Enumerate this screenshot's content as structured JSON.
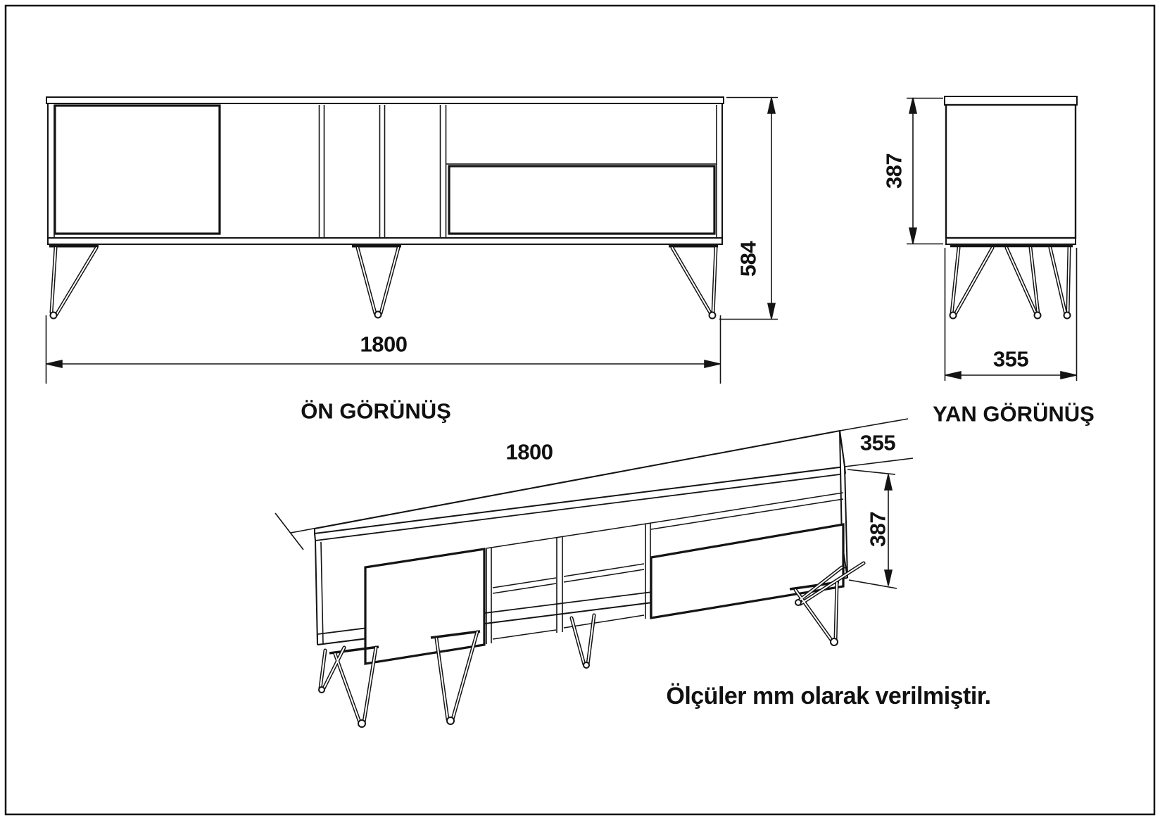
{
  "front_view": {
    "label": "ÖN GÖRÜNÜŞ",
    "dim_width": "1800",
    "dim_total_height": "584"
  },
  "side_view": {
    "label": "YAN GÖRÜNÜŞ",
    "dim_depth": "355",
    "dim_body_height": "387"
  },
  "perspective_view": {
    "dim_width": "1800",
    "dim_depth": "355",
    "dim_body_height": "387"
  },
  "note": "Ölçüler mm olarak verilmiştir.",
  "colors": {
    "line": "#141414",
    "background": "#ffffff"
  }
}
